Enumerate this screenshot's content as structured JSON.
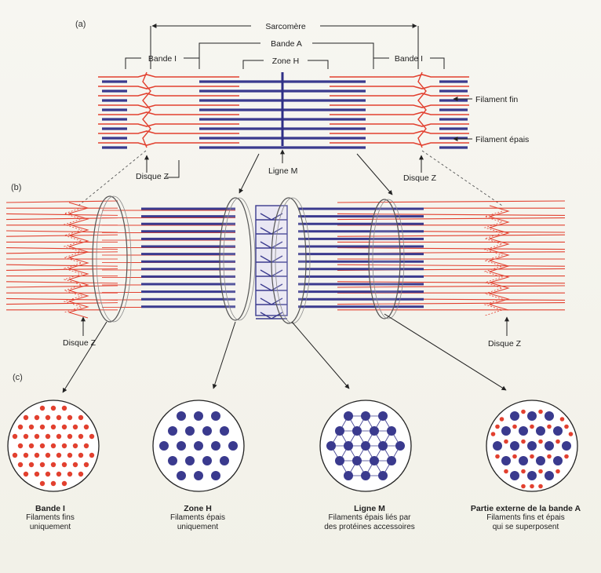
{
  "part_a": "(a)",
  "part_b": "(b)",
  "part_c": "(c)",
  "labels": {
    "sarcomere": "Sarcomère",
    "bande_a": "Bande A",
    "zone_h": "Zone H",
    "bande_i_left": "Bande I",
    "bande_i_right": "Bande I",
    "filament_fin": "Filament fin",
    "filament_epais": "Filament épais",
    "disque_z_a_left": "Disque Z",
    "disque_z_a_right": "Disque Z",
    "ligne_m": "Ligne M",
    "disque_z_b_left": "Disque Z",
    "disque_z_b_right": "Disque Z"
  },
  "sections": [
    {
      "title": "Bande I",
      "line1": "Filaments fins",
      "line2": "uniquement"
    },
    {
      "title": "Zone H",
      "line1": "Filaments épais",
      "line2": "uniquement"
    },
    {
      "title": "Ligne M",
      "line1": "Filaments épais liés par",
      "line2": "des protéines accessoires"
    },
    {
      "title": "Partie externe de la bande A",
      "line1": "Filaments fins et épais",
      "line2": "qui se superposent"
    }
  ],
  "colors": {
    "thin_filament": "#e2402f",
    "thick_filament": "#3a3a8e",
    "background": "#f6f5ef"
  }
}
